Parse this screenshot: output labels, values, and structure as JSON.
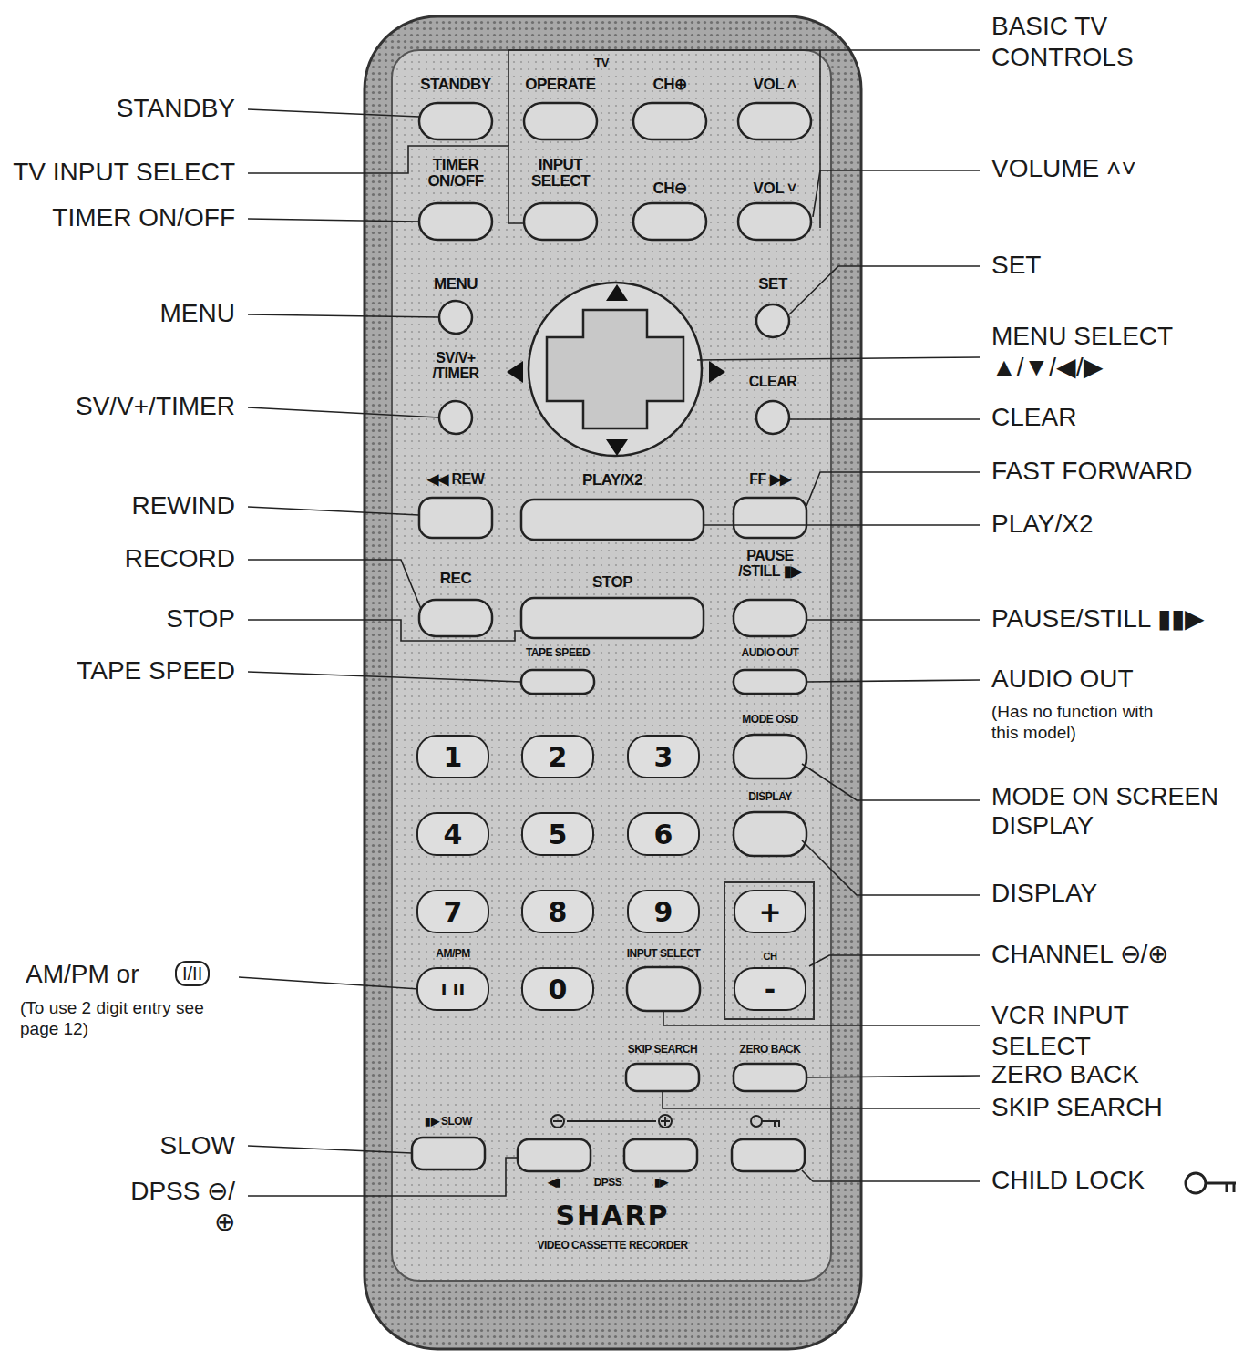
{
  "diagram": {
    "nodes": [
      {
        "text": [
          "1"
        ]
      },
      {
        "text": [
          "2"
        ]
      },
      {
        "text": [
          "3"
        ]
      },
      {
        "text": [
          "4"
        ]
      },
      {
        "text": [
          "5"
        ]
      },
      {
        "text": [
          "6"
        ]
      },
      {
        "text": [
          "7"
        ]
      },
      {
        "text": [
          "8"
        ]
      },
      {
        "text": [
          "9"
        ]
      },
      {
        "text": [
          "+"
        ]
      },
      {
        "text": [
          "I II"
        ]
      },
      {
        "text": [
          "0"
        ]
      },
      {
        "text": [
          "-"
        ]
      }
    ],
    "labels": [
      "BASIC TV CONTROLS",
      "STANDBY",
      "VOLUME ˄˅",
      "TV INPUT SELECT",
      "TIMER ON/OFF",
      "SET",
      "MENU",
      "MENU SELECT ▲/▼/◀/▶",
      "SV/V+/TIMER",
      "CLEAR",
      "FAST FORWARD",
      "REWIND",
      "PLAY/X2",
      "RECORD",
      "STOP",
      "PAUSE/STILL ▮▮▶",
      "TAPE SPEED",
      "AUDIO OUT",
      "(Has no function with this model)",
      "MODE ON SCREEN DISPLAY",
      "DISPLAY",
      "CHANNEL ⊖/⊕",
      "AM/PM or",
      "I/II",
      "(To use 2 digit entry see page 12)",
      "VCR INPUT SELECT",
      "ZERO BACK",
      "SKIP SEARCH",
      "SLOW",
      "CHILD LOCK",
      "DPSS ⊖/⊕",
      "TV",
      "STANDBY",
      "OPERATE",
      "CH⊕",
      "VOL ˄",
      "TIMER ON/OFF",
      "INPUT SELECT",
      "CH⊖",
      "VOL ˅",
      "MENU",
      "SET",
      "SV/V+ /TIMER",
      "CLEAR",
      "◀◀ REW",
      "PLAY/X2",
      "FF ▶▶",
      "REC",
      "STOP",
      "PAUSE /STILL ▮▶",
      "TAPE SPEED",
      "AUDIO OUT",
      "MODE OSD",
      "DISPLAY",
      "AM/PM",
      "INPUT SELECT",
      "CH",
      "SKIP SEARCH",
      "ZERO BACK",
      "▮▶ SLOW",
      "◀▮",
      "DPSS",
      "▮▶",
      "SHARP",
      "VIDEO CASSETTE RECORDER"
    ]
  }
}
